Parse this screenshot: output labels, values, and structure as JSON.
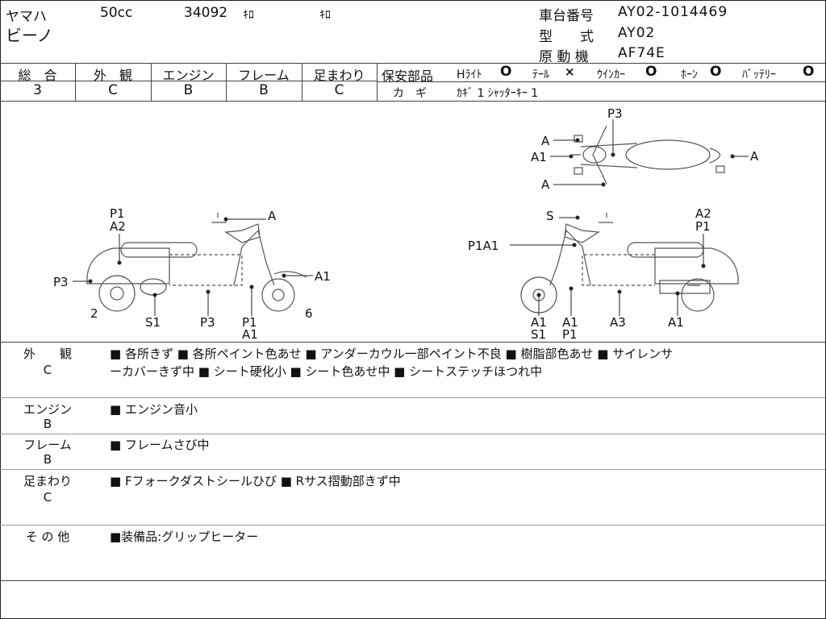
{
  "header": {
    "maker": "ヤマハ",
    "displacement": "50cc",
    "mileage": "34092",
    "mileage_unit": "ｷﾛ",
    "mileage_note": "ｷﾛ",
    "model_name": "ビーノ",
    "frame_no_label": "車台番号",
    "frame_no": "AY02-1014469",
    "type_label": "型　　式",
    "type_value": "AY02",
    "engine_label": "原 動 機",
    "engine_value": "AF74E"
  },
  "ratings": {
    "overall_label": "総　合",
    "overall": "3",
    "exterior_label": "外　観",
    "exterior": "C",
    "engine_label": "エンジン",
    "engine": "B",
    "frame_label": "フレーム",
    "frame": "B",
    "suspension_label": "足まわり",
    "suspension": "C"
  },
  "safety": {
    "title": "保安部品",
    "headlight": "Hﾗｲﾄ",
    "headlight_mark": "O",
    "tail": "ﾃｰﾙ",
    "tail_mark": "×",
    "winker": "ｳｲﾝｶｰ",
    "winker_mark": "O",
    "horn": "ﾎｰﾝ",
    "horn_mark": "O",
    "battery": "ﾊﾞｯﾃﾘｰ",
    "battery_mark": "O",
    "key_label": "カ　ギ",
    "key_value": "ｶｷﾞ 1 ｼｬｯﾀｰｷｰ 1"
  },
  "diagram": {
    "left": [
      "P1",
      "A2",
      "A",
      "P3",
      "A1",
      "2",
      "S1",
      "P3",
      "P1",
      "A1",
      "6"
    ],
    "right": [
      "S",
      "A2",
      "P1",
      "P1A1",
      "A1",
      "S1",
      "A1",
      "P1",
      "A3",
      "A1"
    ],
    "top": [
      "P3",
      "A",
      "A1",
      "A",
      "A"
    ]
  },
  "remarks": [
    {
      "label": "外　　観",
      "grade": "C",
      "lines": [
        "■ 各所きず ■ 各所ペイント色あせ ■ アンダーカウル一部ペイント不良 ■ 樹脂部色あせ ■ サイレンサ",
        "ーカバーきず中 ■ シート硬化小 ■ シート色あせ中 ■ シートステッチほつれ中"
      ]
    },
    {
      "label": "エンジン",
      "grade": "B",
      "lines": [
        "■ エンジン音小"
      ]
    },
    {
      "label": "フレーム",
      "grade": "B",
      "lines": [
        "■ フレームさび中"
      ]
    },
    {
      "label": "足まわり",
      "grade": "C",
      "lines": [
        "■ Fフォークダストシールひび ■ Rサス摺動部きず中"
      ]
    },
    {
      "label": "そ の 他",
      "grade": "",
      "lines": [
        "■装備品:グリップヒーター"
      ]
    }
  ]
}
